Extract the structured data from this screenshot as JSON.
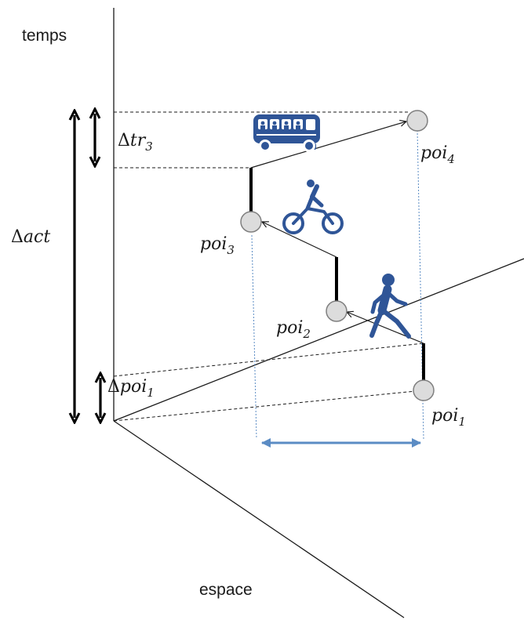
{
  "axes": {
    "time_label": "temps",
    "space_label": "espace"
  },
  "measures": {
    "delta_act": {
      "delta": "Δ",
      "name": "act",
      "sub": ""
    },
    "delta_tr3": {
      "delta": "Δ",
      "name": "tr",
      "sub": "3"
    },
    "delta_poi1": {
      "delta": "Δ",
      "name": "poi",
      "sub": "1"
    }
  },
  "points": [
    {
      "name": "poi",
      "sub": "1"
    },
    {
      "name": "poi",
      "sub": "2"
    },
    {
      "name": "poi",
      "sub": "3"
    },
    {
      "name": "poi",
      "sub": "4"
    }
  ],
  "transport_icons": [
    "pedestrian-icon",
    "bicycle-icon",
    "bus-icon"
  ],
  "colors": {
    "line": "#1a1a1a",
    "icon": "#2f5597",
    "projection": "#5b8cc4",
    "span_arrow": "#5b8cc4",
    "node_fill": "#dcdcdc",
    "node_stroke": "#7f7f7f"
  }
}
